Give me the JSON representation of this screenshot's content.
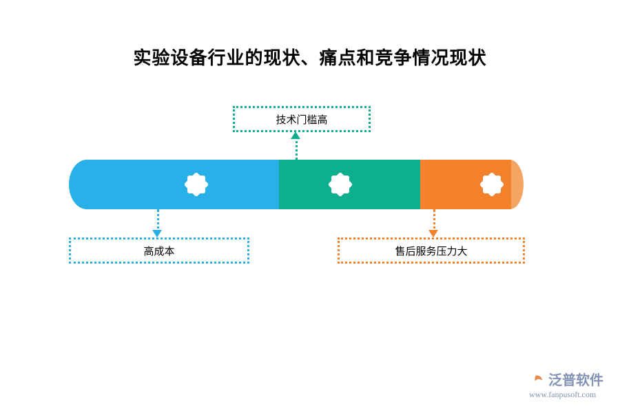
{
  "title": "实验设备行业的现状、痛点和竞争情况现状",
  "diagram": {
    "type": "cylinder-process",
    "segments": [
      {
        "name": "segment-blue",
        "color": "#29b0e8",
        "icon": "eight-point-star-icon"
      },
      {
        "name": "segment-teal",
        "color": "#0daf8f",
        "icon": "eight-point-star-icon"
      },
      {
        "name": "segment-orange",
        "color": "#f4812b",
        "icon": "eight-point-star-icon"
      }
    ],
    "end_cap_color": "#f5a462",
    "callouts": [
      {
        "id": "top",
        "label": "技术门槛高",
        "color": "#0daf8f",
        "position": "above",
        "arrow": "up"
      },
      {
        "id": "left",
        "label": "高成本",
        "color": "#29b0e8",
        "position": "below",
        "arrow": "down"
      },
      {
        "id": "right",
        "label": "售后服务压力大",
        "color": "#f4812b",
        "position": "below",
        "arrow": "down"
      }
    ]
  },
  "watermark": {
    "brand": "泛普软件",
    "url": "www.fanpusoft.com",
    "mark_colors": {
      "primary": "#8393b4",
      "accent": "#e88a4a"
    }
  }
}
